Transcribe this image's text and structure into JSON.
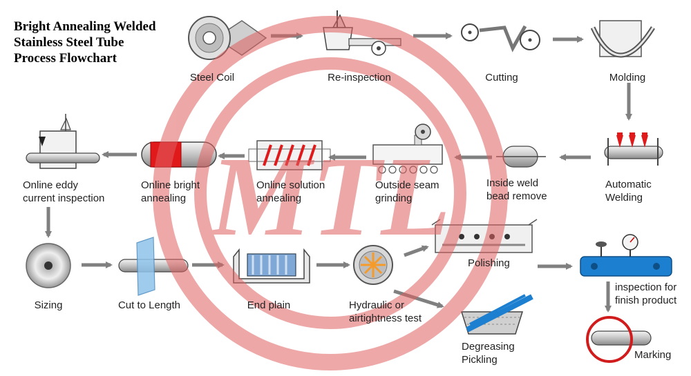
{
  "title": {
    "line1": "Bright Annealing Welded",
    "line2": "Stainless Steel Tube",
    "line3": "Process Flowchart"
  },
  "steps": {
    "steel_coil": "Steel Coil",
    "re_inspection": "Re-inspection",
    "cutting": "Cutting",
    "molding": "Molding",
    "automatic_welding": [
      "Automatic",
      "Welding"
    ],
    "inside_weld_bead_remove": [
      "Inside weld",
      "bead remove"
    ],
    "outside_seam_grinding": [
      "Outside seam",
      "grinding"
    ],
    "online_solution_annealing": [
      "Online solution",
      "annealing"
    ],
    "online_bright_annealing": [
      "Online bright",
      "annealing"
    ],
    "online_eddy_current_inspection": [
      "Online eddy",
      "current inspection"
    ],
    "sizing": "Sizing",
    "cut_to_length": "Cut to Length",
    "end_plain": "End plain",
    "hydraulic_test": [
      "Hydraulic or",
      "airtightness test"
    ],
    "polishing": "Polishing",
    "degreasing_pickling": [
      "Degreasing",
      "Pickling"
    ],
    "inspection_finish_product": [
      "inspection for",
      "finish product"
    ],
    "marking": "Marking"
  },
  "watermark": {
    "text": "MTL"
  },
  "colors": {
    "arrow": "#808080",
    "watermark": "#e06060",
    "heater_red": "#e0191b",
    "inspection_blue": "#1c7fd0",
    "tube_grey": "#c8c8c8"
  }
}
